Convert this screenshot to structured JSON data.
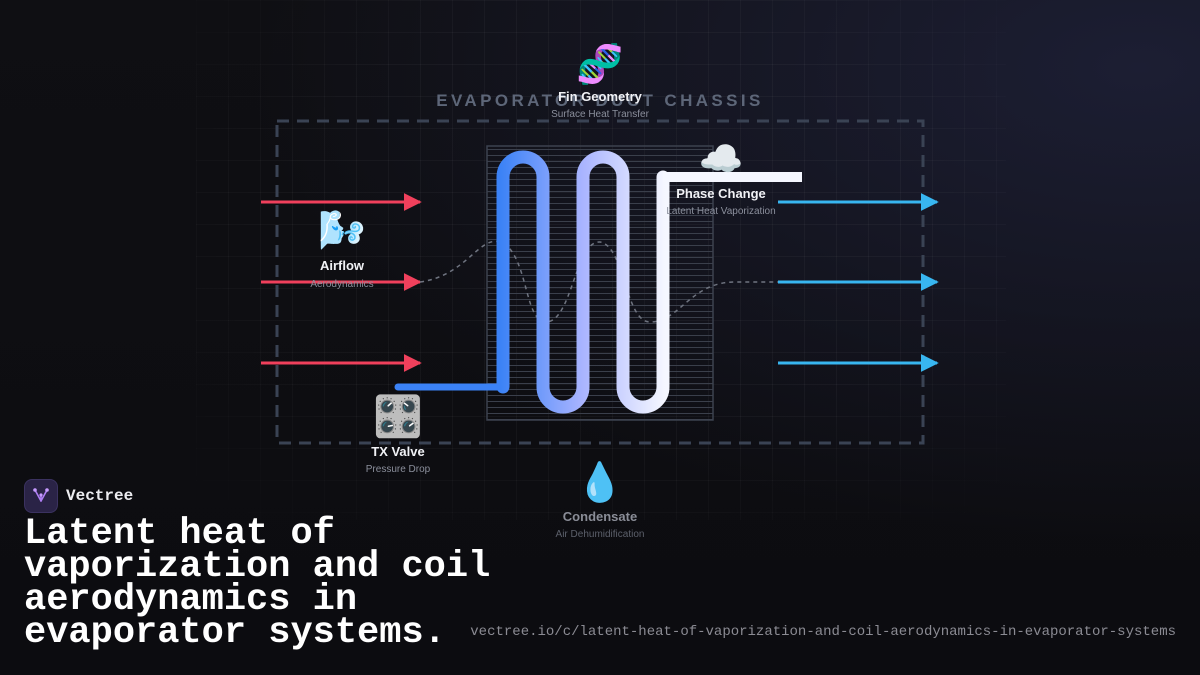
{
  "diagram": {
    "chassis_title": "EVAPORATOR DUCT CHASSIS",
    "nodes": {
      "fin_geometry": {
        "title": "Fin Geometry",
        "subtitle": "Surface Heat Transfer",
        "icon": "dna-icon"
      },
      "phase_change": {
        "title": "Phase Change",
        "subtitle": "Latent Heat Vaporization",
        "icon": "cloud-icon"
      },
      "airflow": {
        "title": "Airflow",
        "subtitle": "Aerodynamics",
        "icon": "wind-face-icon"
      },
      "tx_valve": {
        "title": "TX Valve",
        "subtitle": "Pressure Drop",
        "icon": "control-knobs-icon"
      },
      "condensate": {
        "title": "Condensate",
        "subtitle": "Air Dehumidification",
        "icon": "droplet-icon"
      }
    },
    "colors": {
      "warm_air": "#f0405c",
      "cool_air": "#38b6f0",
      "coil_start": "#3b82f6",
      "coil_end": "#f5f7ff",
      "chassis": "#3a4354"
    }
  },
  "brand": {
    "name": "Vectree",
    "icon": "vectree-logo-icon"
  },
  "headline": "Latent heat of vaporization and coil aerodynamics in evaporator systems.",
  "url": "vectree.io/c/latent-heat-of-vaporization-and-coil-aerodynamics-in-evaporator-systems"
}
